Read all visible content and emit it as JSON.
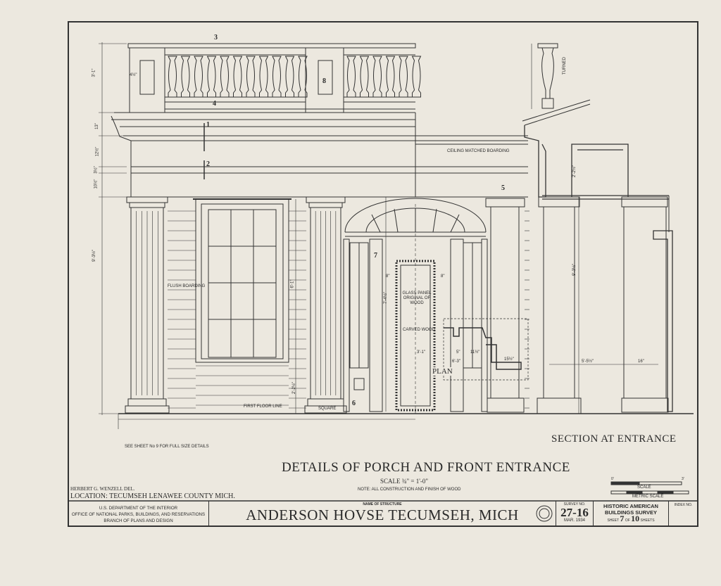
{
  "sheet_title": "DETAILS OF PORCH AND FRONT ENTRANCE",
  "scale_note": "SCALE  ¾\" = 1'-0\"",
  "construction_note": "NOTE: ALL CONSTRUCTION AND FINISH OF WOOD",
  "section_label": "SECTION AT ENTRANCE",
  "see_sheet_note": "SEE SHEET No 9 FOR FULL SIZE DETAILS",
  "delineator": "HERBERT G. WENZELL  DEL.",
  "location": "LOCATION: TECUMSEH  LENAWEE COUNTY  MICH.",
  "graphic_scale": {
    "left_tick": "0'",
    "right_tick": "3'",
    "label": "SCALE",
    "metric_label": "METRIC SCALE"
  },
  "annotations": {
    "flush_boarding": "FLUSH BOARDING",
    "ceiling": "CEILING MATCHED BOARDING",
    "glass_panel": "GLASS PANEL ORIGINAL OF WOOD",
    "carved_wood": "CARVED WOOD",
    "plan": "PLAN",
    "first_floor_line": "FIRST FLOOR LINE",
    "square": "SQUARE",
    "turned": "TURNED"
  },
  "detail_keys": [
    "1",
    "2",
    "3",
    "4",
    "5",
    "6",
    "7",
    "8"
  ],
  "dimensions": {
    "balustrade_height": "3'-1\"",
    "cornice": "13\"",
    "frieze": "12½\"",
    "band": "3½\"",
    "architrave": "10½\"",
    "column_height": "9'-3½\"",
    "window_height": "6'-1\"",
    "door_height": "7'-4½\"",
    "door_side_left": "8\"",
    "door_side_right": "8\"",
    "door_width": "3'-1\"",
    "plan_a": "5\"",
    "plan_b": "11½\"",
    "plan_c": "6'-3\"",
    "plan_d": "15½\"",
    "section_height": "9'-3½\"",
    "section_depth": "5'-5½\"",
    "section_col": "16\"",
    "section_top": "2'-2½\"",
    "panel_side": "4½\"",
    "base": "2'-2½\""
  },
  "title_block": {
    "agency_line1": "U.S. DEPARTMENT OF THE INTERIOR",
    "agency_line2": "OFFICE OF NATIONAL PARKS, BUILDINGS, AND RESERVATIONS",
    "agency_line3": "BRANCH OF PLANS AND DESIGN",
    "name_label": "NAME OF STRUCTURE",
    "structure_name": "ANDERSON HOVSE  TECUMSEH, MICH",
    "survey_label": "SURVEY NO.",
    "survey_no": "27-16",
    "date": "MAR. 1934",
    "program_line1": "HISTORIC AMERICAN",
    "program_line2": "BUILDINGS SURVEY",
    "sheet_word": "SHEET",
    "sheet_no": "7",
    "of_word": "OF",
    "sheet_total": "10",
    "sheets_word": "SHEETS",
    "index_label": "INDEX NO."
  },
  "colors": {
    "paper": "#ece8df",
    "ink": "#2a2a2a"
  }
}
